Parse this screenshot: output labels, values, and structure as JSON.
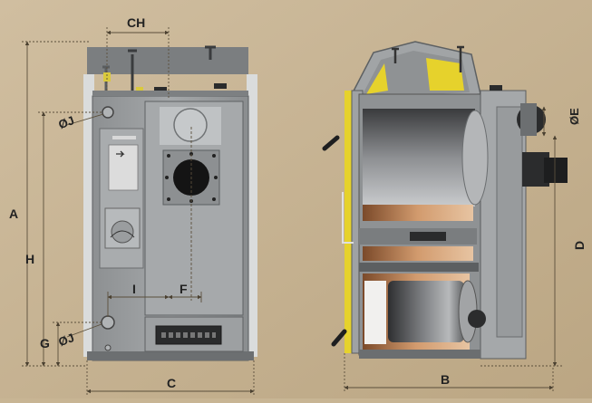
{
  "labels": {
    "ch": "CH",
    "a": "A",
    "h": "H",
    "g": "G",
    "j_top": "ØJ",
    "j_bottom": "ØJ",
    "i": "I",
    "f": "F",
    "c": "C",
    "b": "B",
    "d": "D",
    "e": "ØE"
  },
  "colors": {
    "background": "#c8b594",
    "body": "#9ea1a2",
    "body_dark": "#6f7274",
    "yellow_insulation": "#e6d22c",
    "copper": "#c98c5a",
    "dimension_line": "#6b5d46"
  }
}
